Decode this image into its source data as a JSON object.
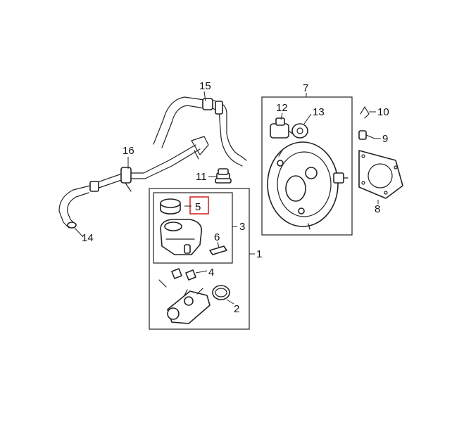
{
  "diagram": {
    "callouts": {
      "c1": "1",
      "c2": "2",
      "c3": "3",
      "c4": "4",
      "c5": "5",
      "c6": "6",
      "c7": "7",
      "c8": "8",
      "c9": "9",
      "c10": "10",
      "c11": "11",
      "c12": "12",
      "c13": "13",
      "c14": "14",
      "c15": "15",
      "c16": "16"
    },
    "highlight_color": "#d62828",
    "line_color": "#222222"
  }
}
